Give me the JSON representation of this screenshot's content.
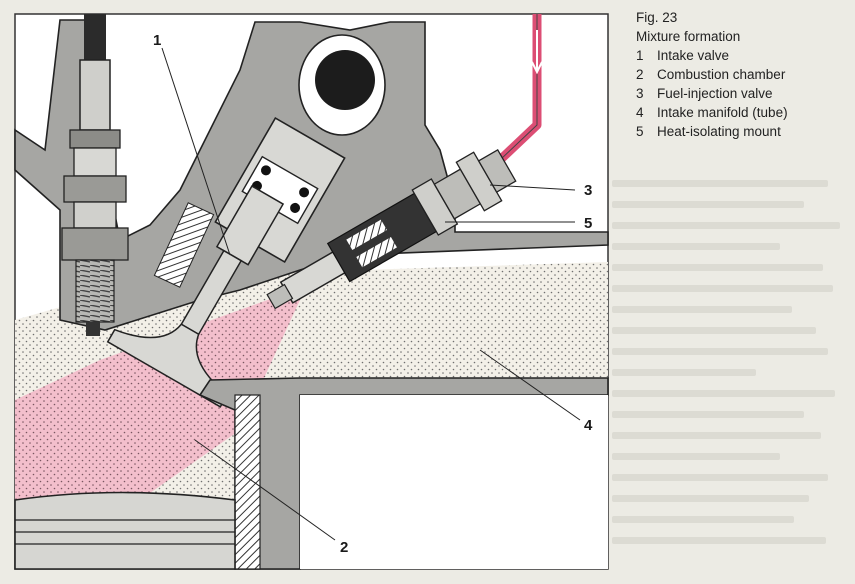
{
  "figure": {
    "number": "Fig. 23",
    "title": "Mixture formation"
  },
  "legend": [
    {
      "num": "1",
      "text": "Intake valve"
    },
    {
      "num": "2",
      "text": "Combustion chamber"
    },
    {
      "num": "3",
      "text": "Fuel-injection valve"
    },
    {
      "num": "4",
      "text": "Intake manifold (tube)"
    },
    {
      "num": "5",
      "text": "Heat-isolating mount"
    }
  ],
  "callouts": [
    "1",
    "2",
    "3",
    "4",
    "5"
  ],
  "colors": {
    "metal": "#a3a3a0",
    "metal_dark": "#5e5e5b",
    "fuel_line": "#dc4e74",
    "spray": "#f2b9c9",
    "mixture": "#f2efe6",
    "outline": "#222222",
    "background": "#ffffff"
  }
}
